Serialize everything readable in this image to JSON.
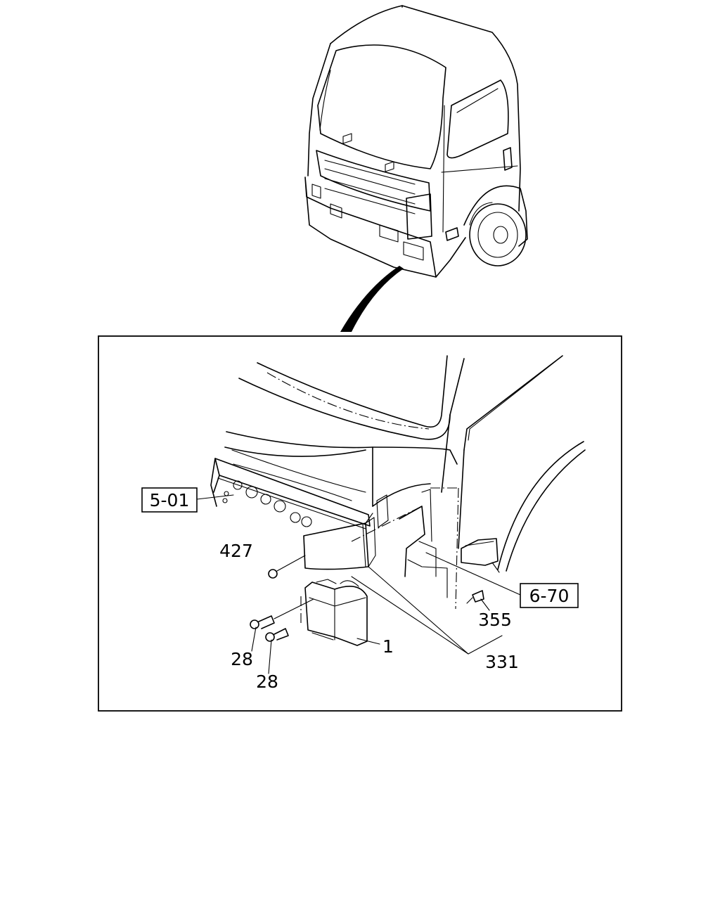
{
  "callouts": {
    "ref_5_01": "5-01",
    "ref_6_70": "6-70",
    "part_427": "427",
    "part_355": "355",
    "part_28_a": "28",
    "part_28_b": "28",
    "part_1": "1",
    "part_331": "331"
  }
}
